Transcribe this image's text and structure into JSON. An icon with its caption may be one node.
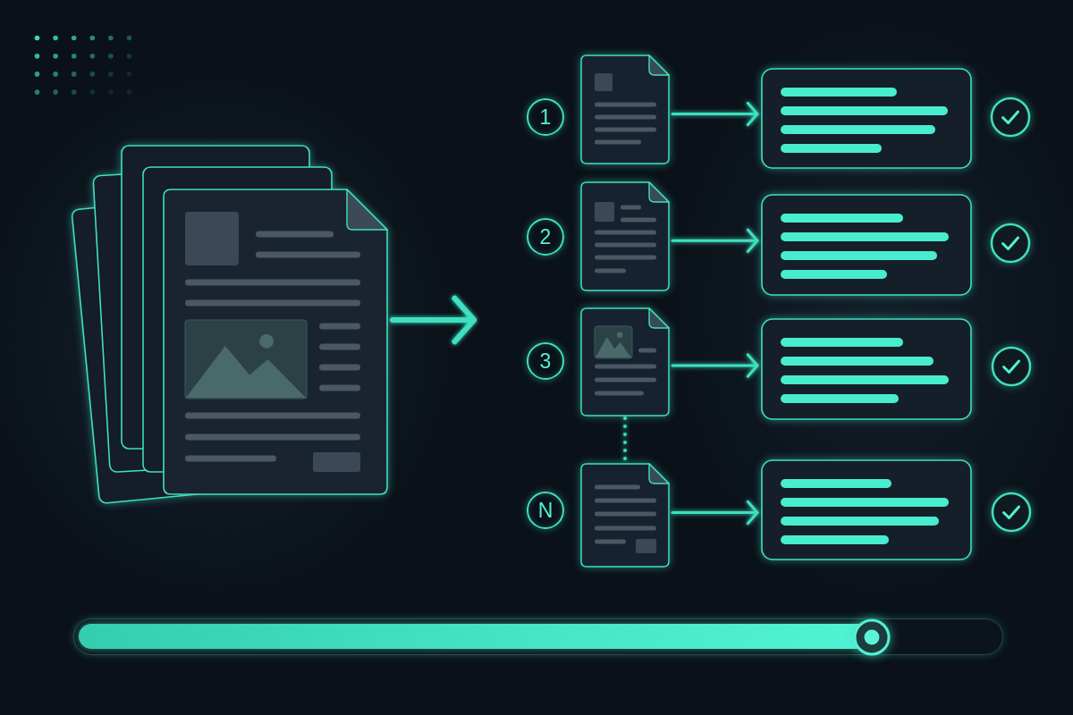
{
  "diagram": {
    "nodes": [
      {
        "text": [],
        "shape": "picture"
      },
      {
        "text": [
          "1"
        ]
      },
      {
        "text": [],
        "shape": "picture"
      },
      {
        "text": [],
        "shape": "box"
      },
      {
        "text": [
          "2"
        ]
      },
      {
        "text": [],
        "shape": "picture"
      },
      {
        "text": [],
        "shape": "box"
      },
      {
        "text": [
          "3"
        ]
      },
      {
        "text": [],
        "shape": "picture"
      },
      {
        "text": [],
        "shape": "box"
      },
      {
        "text": [
          "N"
        ]
      },
      {
        "text": [],
        "shape": "picture"
      },
      {
        "text": [],
        "shape": "box"
      }
    ],
    "edges": [
      {
        "from": 0,
        "to": null,
        "arrow": "to",
        "style": "thick"
      },
      {
        "from": 2,
        "to": 3,
        "arrow": "to"
      },
      {
        "from": 5,
        "to": 6,
        "arrow": "to"
      },
      {
        "from": 8,
        "to": 9,
        "arrow": "to"
      },
      {
        "from": 11,
        "to": 12,
        "arrow": "to"
      },
      {
        "from": 8,
        "to": 11,
        "arrow": "none",
        "style": "dashed"
      }
    ]
  }
}
